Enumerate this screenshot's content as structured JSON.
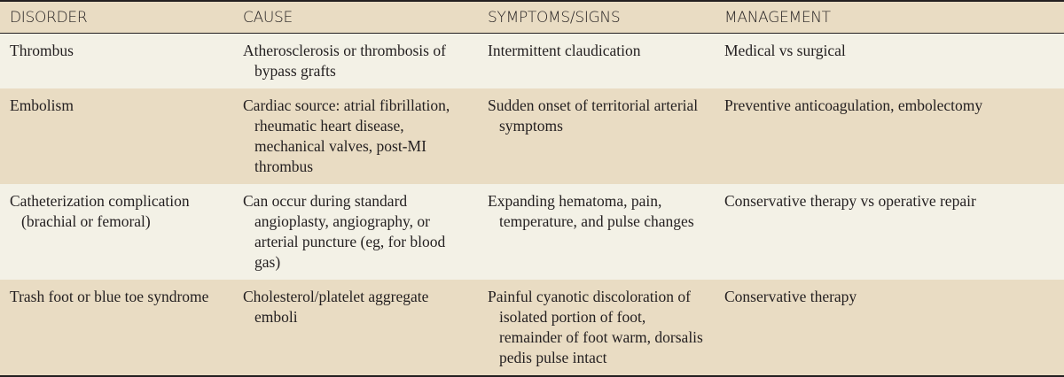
{
  "headers": [
    "DISORDER",
    "CAUSE",
    "SYMPTOMS/SIGNS",
    "MANAGEMENT"
  ],
  "rows": [
    {
      "disorder": "Thrombus",
      "cause": "Atherosclerosis or thrombosis of bypass grafts",
      "symptoms": "Intermittent claudication",
      "management": "Medical vs surgical"
    },
    {
      "disorder": "Embolism",
      "cause": "Cardiac source: atrial fibrillation, rheumatic heart disease, mechanical valves, post-MI thrombus",
      "symptoms": "Sudden onset of territorial arterial symptoms",
      "management": "Preventive anticoagulation, embolectomy"
    },
    {
      "disorder": "Catheterization complication (brachial or femoral)",
      "cause": "Can occur during standard angioplasty, angiography, or arterial puncture (eg, for blood gas)",
      "symptoms": "Expanding hematoma, pain, temperature, and pulse changes",
      "management": "Conservative therapy vs operative repair"
    },
    {
      "disorder": "Trash foot or blue toe syndrome",
      "cause": "Cholesterol/platelet aggregate emboli",
      "symptoms": "Painful cyanotic discoloration of isolated portion of foot, remainder of foot warm, dorsalis pedis pulse intact",
      "management": "Conservative therapy"
    }
  ]
}
